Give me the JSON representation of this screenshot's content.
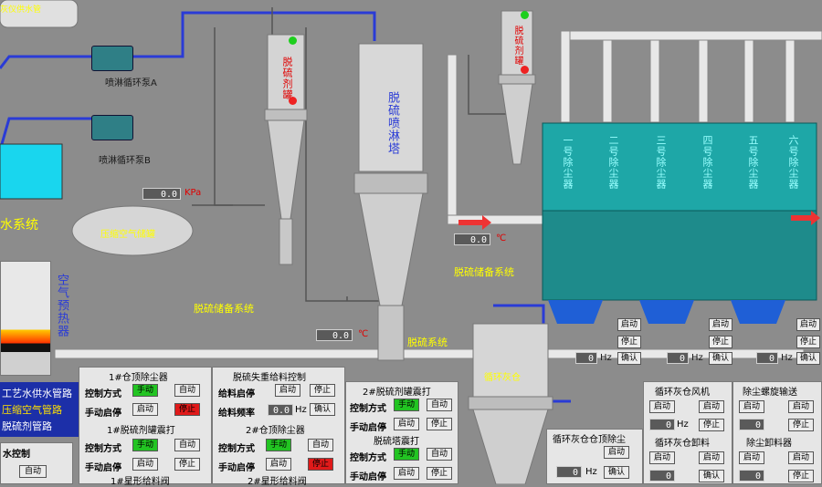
{
  "top_left_partial": "灰仪供水管",
  "pumps": {
    "pump_a": "喷淋循环泵A",
    "pump_b": "喷淋循环泵B"
  },
  "water_system_partial": "水系统",
  "air_tank": "压缩空气储罐",
  "air_preheat": "空气预热器",
  "pressure_value": "0.0",
  "pressure_unit": "KPa",
  "desulf_tank1": "脱硫剂罐",
  "desulf_tower": "脱硫喷淋塔",
  "desulf_tank2": "脱硫剂罐",
  "desulf_storage1": "脱硫储备系统",
  "desulf_storage2": "脱硫储备系统",
  "desulf_system": "脱硫系统",
  "temp_value1": "0.0",
  "temp_unit1": "℃",
  "temp_value2": "0.0",
  "temp_unit2": "℃",
  "bins": [
    "一号除尘器",
    "二号除尘器",
    "三号除尘器",
    "四号除尘器",
    "五号除尘器",
    "六号除尘器"
  ],
  "recycle_bin": "循环灰仓",
  "legend": {
    "line1": "工艺水供水管路",
    "line2": "压缩空气管路",
    "line3": "脱硫剂管路"
  },
  "bottom_left_partial": "水控制",
  "btn_auto": "自动",
  "btn_manual": "手动",
  "btn_start": "启动",
  "btn_stop": "停止",
  "btn_confirm": "确认",
  "hz_unit": "Hz",
  "zero": "0",
  "panel1": {
    "title": "1#仓顶除尘器",
    "mode": "控制方式",
    "manual_start": "手动启停",
    "title2": "1#脱硫剂罐震打",
    "title3": "1#星形给料阀"
  },
  "panel2": {
    "title": "脱硫失重给料控制",
    "feed_start": "给料启停",
    "freq": "给料频率",
    "freq_val": "0.0",
    "title2": "2#仓顶除尘器",
    "title3": "2#星形给料阀"
  },
  "panel3": {
    "title": "2#脱硫剂罐震打",
    "title2": "脱硫塔震打",
    "mode": "控制方式",
    "manual_start": "手动启停"
  },
  "panel4": {
    "title": "循环灰仓仓顶除尘"
  },
  "panel5": {
    "title1": "循环灰仓风机",
    "title2": "循环灰仓卸料"
  },
  "panel6": {
    "title1": "除尘螺旋输送",
    "title2": "除尘卸料器"
  }
}
